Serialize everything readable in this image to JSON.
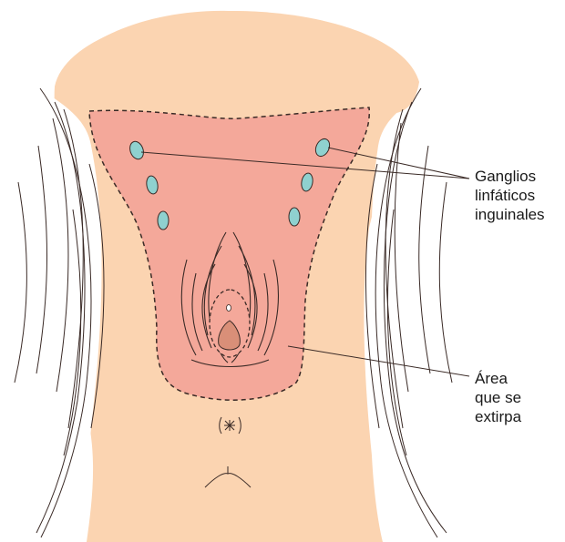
{
  "labels": {
    "lymph_nodes": [
      "Ganglios",
      "linfáticos",
      "inguinales"
    ],
    "excised_area": [
      "Área",
      "que se",
      "extirpa"
    ]
  },
  "colors": {
    "skin": "#fbd4b1",
    "excised_area": "#f4a89a",
    "lymph_node": "#8fd1cf",
    "outline": "#3a2a26",
    "lesion": "#d98f78"
  }
}
